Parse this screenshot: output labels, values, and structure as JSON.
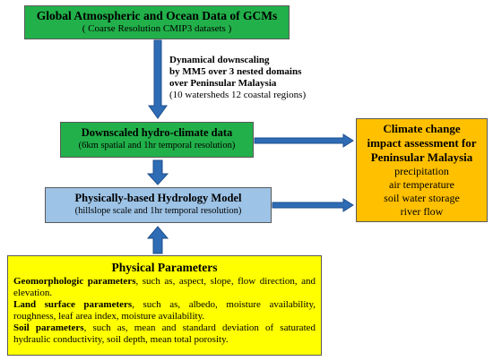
{
  "gcm_box": {
    "title": "Global Atmospheric and Ocean Data of GCMs",
    "subtitle": "( Coarse Resolution CMIP3 datasets )"
  },
  "downscaling_note": {
    "lines_bold": [
      "Dynamical downscaling",
      "by MM5 over 3 nested domains",
      "over Peninsular Malaysia"
    ],
    "line_plain": "(10 watersheds 12 coastal regions)"
  },
  "downscaled_box": {
    "title": "Downscaled hydro-climate data",
    "subtitle": "(6km spatial and 1hr temporal resolution)"
  },
  "hydrology_box": {
    "title": "Physically-based Hydrology Model",
    "subtitle": "(hillslope scale and 1hr temporal resolution)"
  },
  "climate_box": {
    "title_lines": [
      "Climate change",
      "impact assessment for",
      "Peninsular Malaysia"
    ],
    "items": [
      "precipitation",
      "air temperature",
      "soil water storage",
      "river flow"
    ]
  },
  "params_box": {
    "heading": "Physical Parameters",
    "geomorphologic": {
      "label": "Geomorphologic parameters",
      "text": ", such as, aspect, slope, flow direction, and elevation."
    },
    "land_surface": {
      "label": "Land surface parameters",
      "text": ", such as, albedo, moisture availability, roughness, leaf area index, moisture availability."
    },
    "soil": {
      "label": "Soil parameters",
      "text": ", such as, mean and standard deviation of saturated hydraulic conductivity, soil depth, mean total porosity."
    }
  },
  "colors": {
    "green_box": "#22b04a",
    "blue_box": "#9dc3e6",
    "orange_box": "#ffc000",
    "yellow_box": "#ffff00",
    "arrow_blue": "#2e6cb5"
  }
}
